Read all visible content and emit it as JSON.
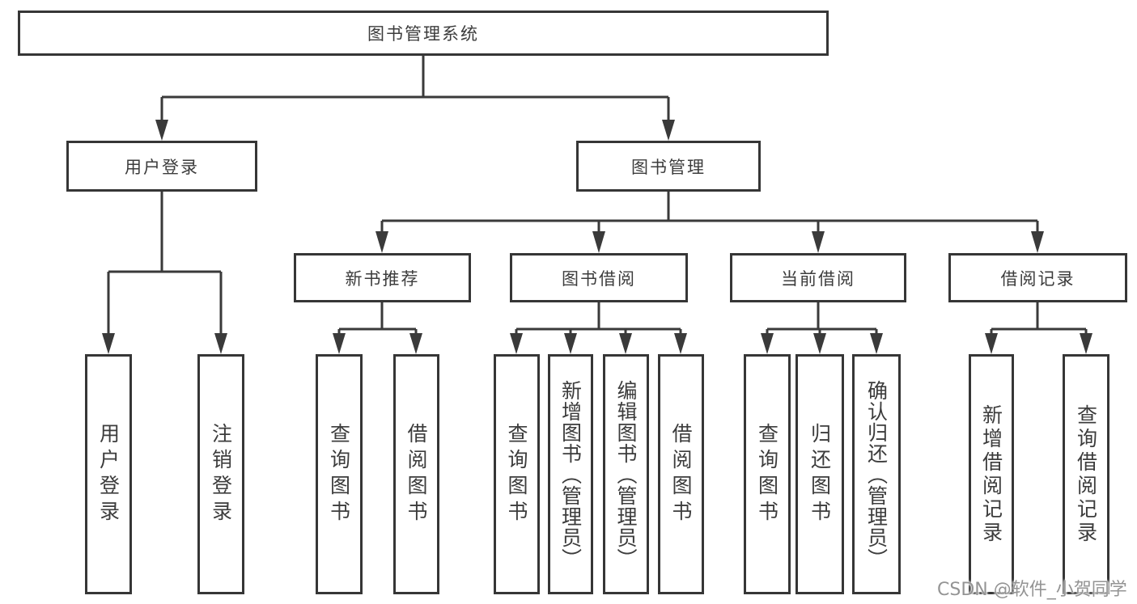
{
  "diagram": {
    "root": {
      "label": "图书管理系统"
    },
    "level1": [
      {
        "label": "用户登录"
      },
      {
        "label": "图书管理"
      }
    ],
    "level2": [
      {
        "label": "新书推荐"
      },
      {
        "label": "图书借阅"
      },
      {
        "label": "当前借阅"
      },
      {
        "label": "借阅记录"
      }
    ],
    "leaves": [
      {
        "label": "用户登录"
      },
      {
        "label": "注销登录"
      },
      {
        "label": "查询图书"
      },
      {
        "label": "借阅图书"
      },
      {
        "label": "查询图书"
      },
      {
        "label": "新增图书（管理员）"
      },
      {
        "label": "编辑图书（管理员）"
      },
      {
        "label": "借阅图书"
      },
      {
        "label": "查询图书"
      },
      {
        "label": "归还图书"
      },
      {
        "label": "确认归还（管理员）"
      },
      {
        "label": "新增借阅记录"
      },
      {
        "label": "查询借阅记录"
      }
    ]
  },
  "watermark": {
    "text": "CSDN @软件_小贺同学"
  },
  "colors": {
    "line": "#3a3a3a",
    "box_border": "#363636",
    "text": "#3c3c3c",
    "watermark_text": "#949494",
    "background": "#ffffff"
  }
}
